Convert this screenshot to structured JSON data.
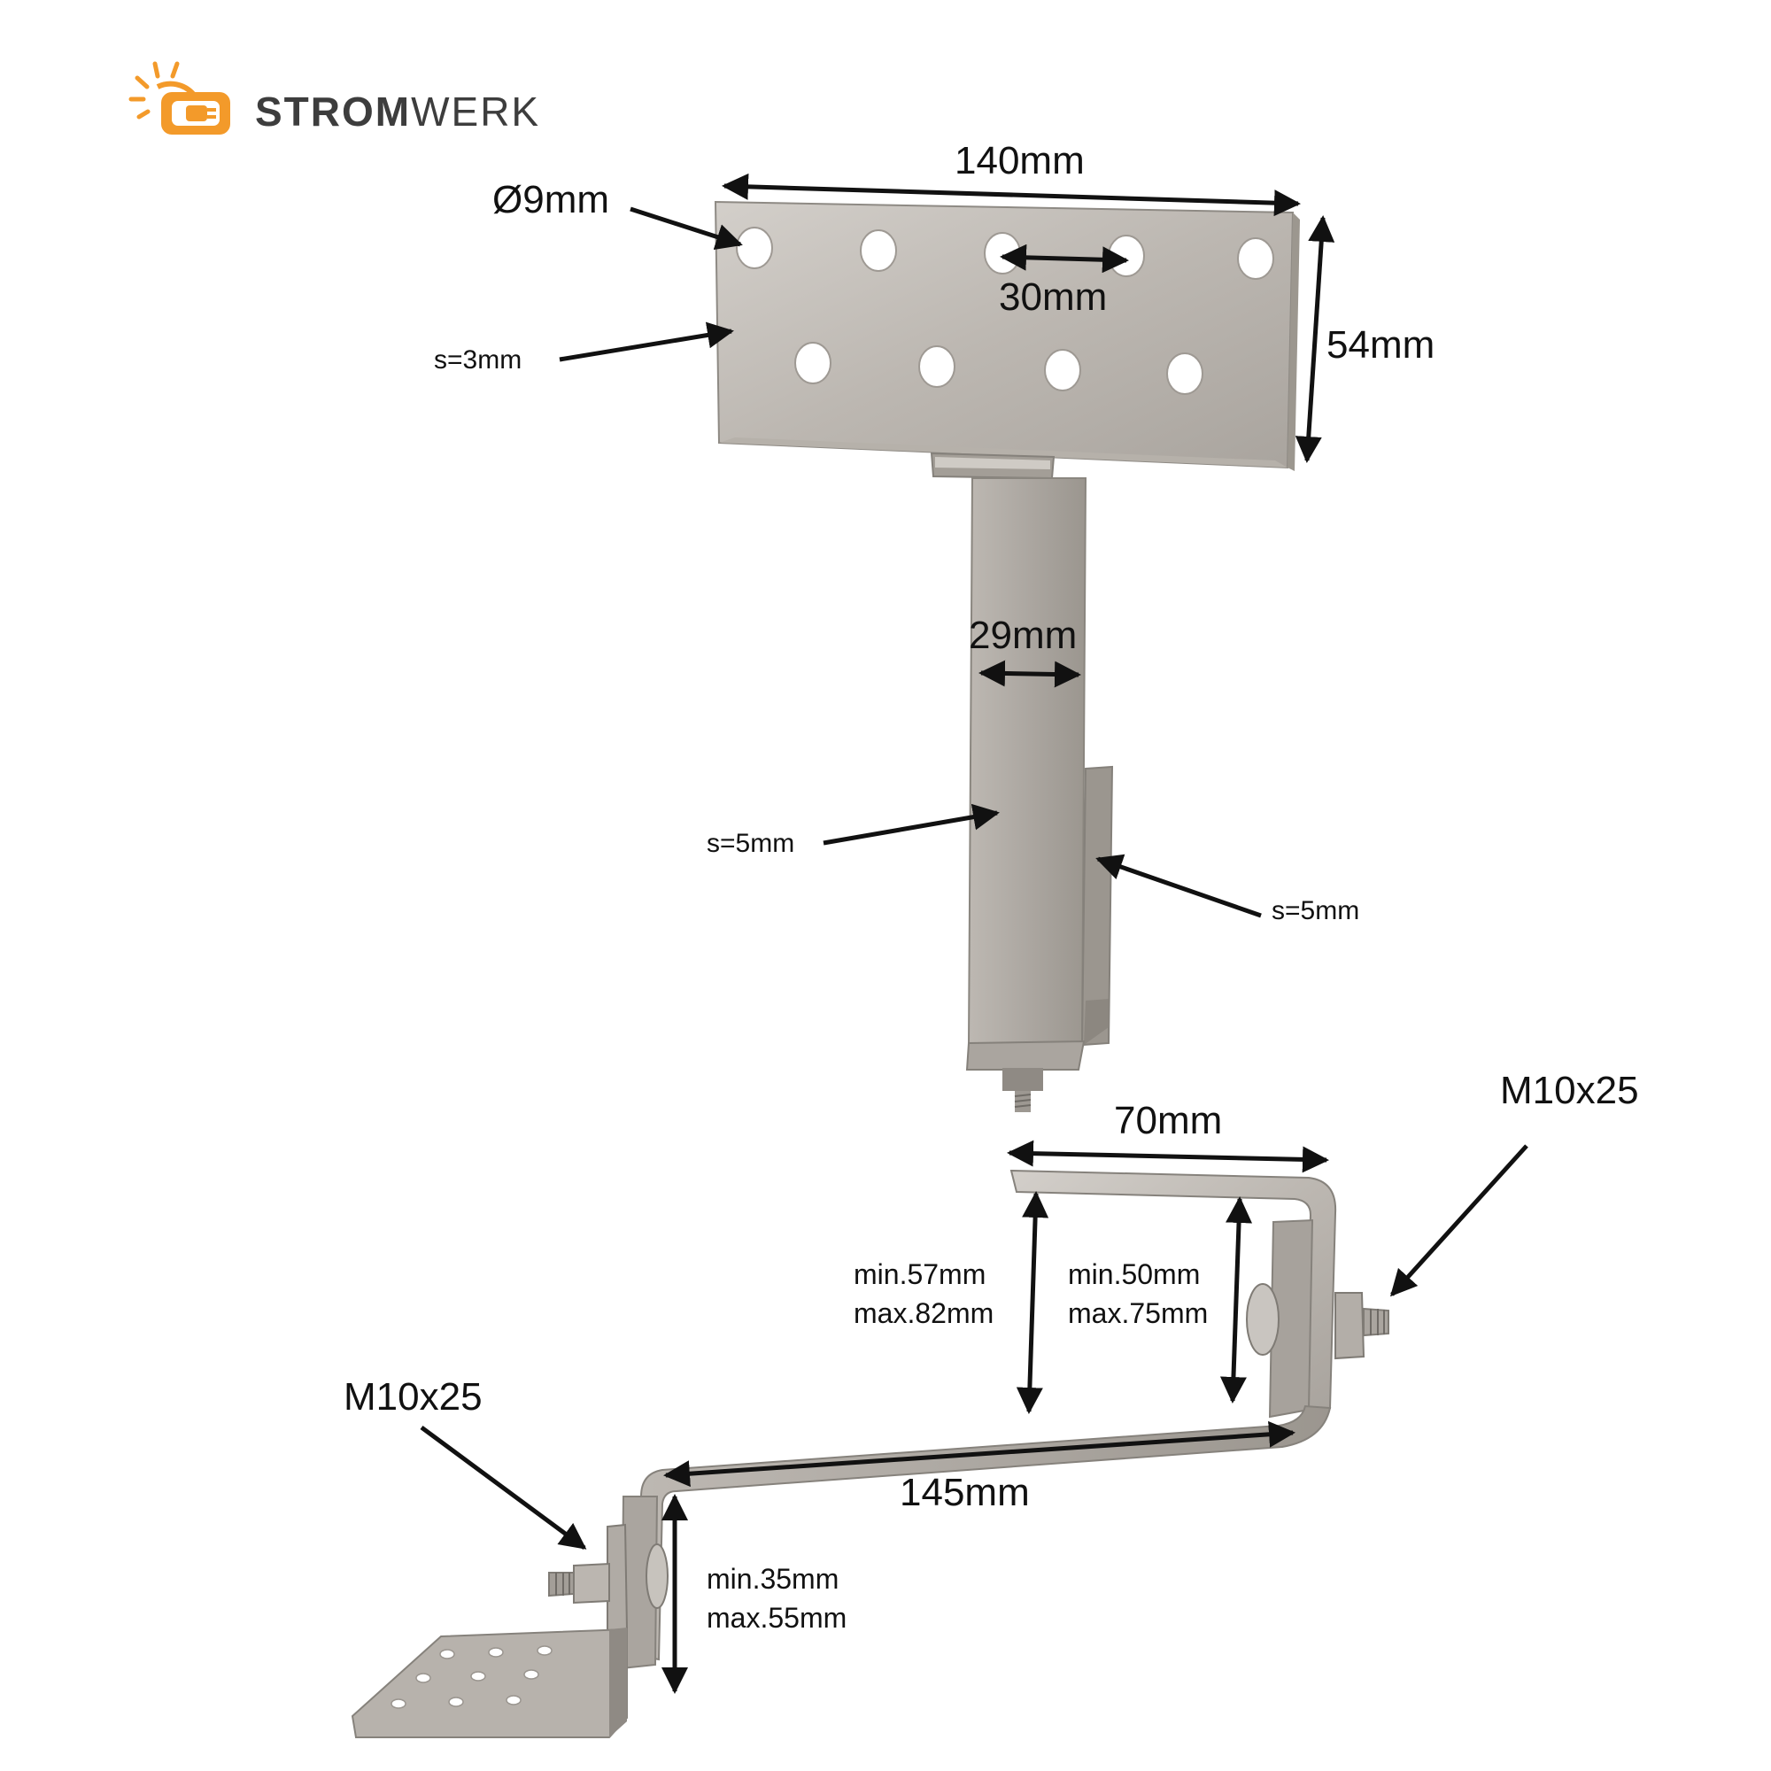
{
  "brand": {
    "name_bold": "STROM",
    "name_light": "WERK",
    "logo_color": "#f39a2a",
    "text_color": "#3d3d3d"
  },
  "colors": {
    "steel_light": "#c9c5c0",
    "steel_mid": "#aea9a3",
    "steel_dark": "#8e8a84",
    "arrow": "#111111"
  },
  "labels": {
    "plate_width": "140mm",
    "hole_diameter": "Ø9mm",
    "hole_spacing": "30mm",
    "plate_height": "54mm",
    "plate_thickness": "s=3mm",
    "arm_width": "29mm",
    "arm_thickness": "s=5mm",
    "clamp_thickness": "s=5mm",
    "top_leg_length": "70mm",
    "bolt_right": "M10x25",
    "outer_height_min": "min.57mm",
    "outer_height_max": "max.82mm",
    "inner_height_min": "min.50mm",
    "inner_height_max": "max.75mm",
    "bottom_leg_length": "145mm",
    "bolt_left": "M10x25",
    "base_height_min": "min.35mm",
    "base_height_max": "max.55mm"
  }
}
